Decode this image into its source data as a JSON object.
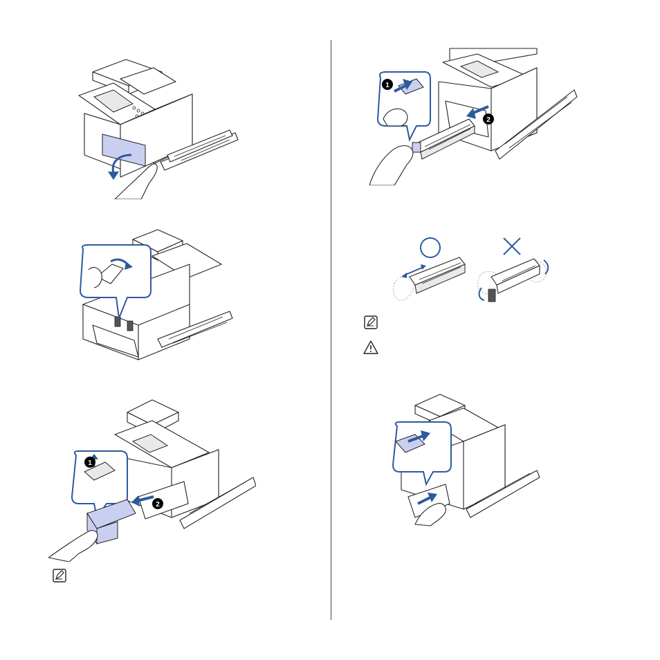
{
  "figures": {
    "fig1": {
      "label": ""
    },
    "fig2": {
      "label": ""
    },
    "fig3": {
      "step1": "1",
      "step2": "2"
    },
    "fig4": {
      "step1": "1",
      "step2": "2"
    },
    "fig5": {
      "label": ""
    },
    "fig6": {
      "label": ""
    }
  },
  "icons": {
    "note": "note-icon",
    "warning": "warning-icon"
  },
  "colors": {
    "accent_blue": "#2c5a9e",
    "highlight_fill": "#c9cff0"
  }
}
